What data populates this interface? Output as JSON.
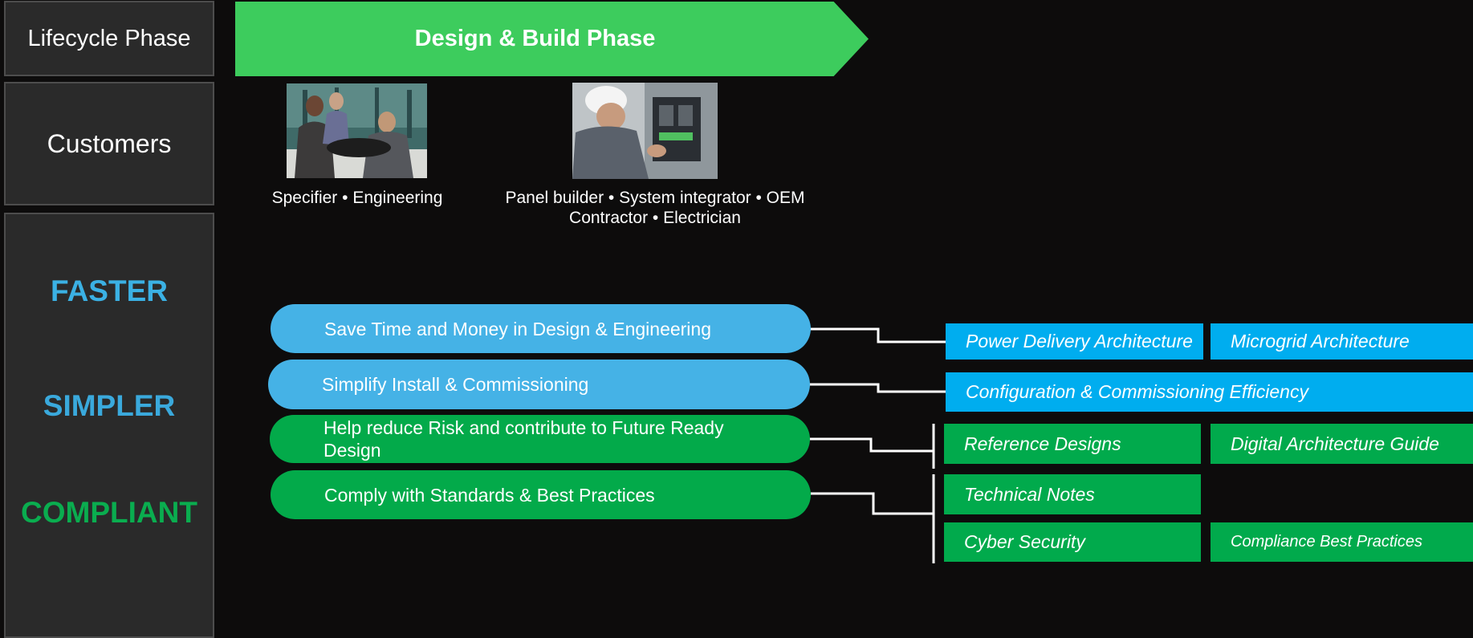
{
  "left_column": {
    "lifecycle_label": "Lifecycle Phase",
    "customers_label": "Customers",
    "values": {
      "faster": "FASTER",
      "simpler": "SIMPLER",
      "compliant": "COMPLIANT"
    }
  },
  "phase": {
    "label": "Design & Build Phase"
  },
  "customers": [
    {
      "caption_line1": "Specifier • Engineering",
      "caption_line2": ""
    },
    {
      "caption_line1": "Panel builder • System integrator • OEM",
      "caption_line2": "Contractor • Electrician"
    }
  ],
  "benefits": [
    "Save Time and Money in Design & Engineering",
    "Simplify Install & Commissioning",
    "Help reduce Risk and contribute to Future Ready Design",
    "Comply with Standards & Best Practices"
  ],
  "results": {
    "power_delivery": "Power Delivery Architecture",
    "microgrid": "Microgrid Architecture",
    "config_commissioning": "Configuration & Commissioning  Efficiency",
    "reference_designs": "Reference Designs",
    "digital_guide": "Digital Architecture Guide",
    "technical_notes": "Technical Notes",
    "cyber_security": "Cyber Security",
    "compliance": "Compliance Best Practices"
  },
  "colors": {
    "background": "#0d0c0c",
    "phase_green": "#3dcc5d",
    "faster_blue": "#3bb1e4",
    "simpler_blue": "#3aa9dc",
    "compliant_green": "#0aad4f",
    "pill_blue": "#45b2e6",
    "pill_green": "#03aa4a",
    "box_blue": "#00adef",
    "box_green": "#01aa4c"
  }
}
